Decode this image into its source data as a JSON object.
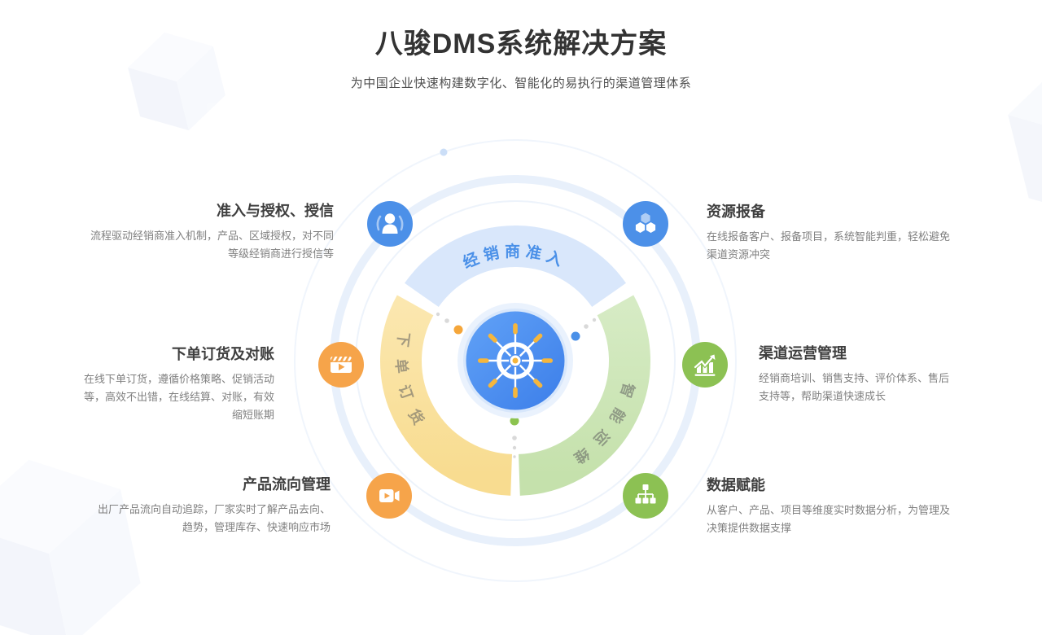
{
  "header": {
    "title": "八骏DMS系统解决方案",
    "subtitle": "为中国企业快速构建数字化、智能化的易执行的渠道管理体系"
  },
  "features": {
    "left": [
      {
        "title": "准入与授权、授信",
        "desc": "流程驱动经销商准入机制，产品、区域授权，对不同等级经销商进行授信等",
        "icon": "people-icon",
        "color": "#4c90e8"
      },
      {
        "title": "下单订货及对账",
        "desc": "在线下单订货，遵循价格策略、促销活动等，高效不出错，在线结算、对账，有效缩短账期",
        "icon": "film-clapper-icon",
        "color": "#f6a44a"
      },
      {
        "title": "产品流向管理",
        "desc": "出厂产品流向自动追踪，厂家实时了解产品去向、趋势，管理库存、快速响应市场",
        "icon": "video-camera-icon",
        "color": "#f6a44a"
      }
    ],
    "right": [
      {
        "title": "资源报备",
        "desc": "在线报备客户、报备项目，系统智能判重，轻松避免渠道资源冲突",
        "icon": "hexagons-icon",
        "color": "#4c90e8"
      },
      {
        "title": "渠道运营管理",
        "desc": "经销商培训、销售支持、评价体系、售后支持等，帮助渠道快速成长",
        "icon": "growth-chart-icon",
        "color": "#8cc153"
      },
      {
        "title": "数据赋能",
        "desc": "从客户、产品、项目等维度实时数据分析，为管理及决策提供数据支撑",
        "icon": "org-chart-icon",
        "color": "#8cc153"
      }
    ]
  },
  "wheel": {
    "center_icon": "ship-helm-icon",
    "segments": [
      {
        "label": "经销商准入",
        "position": "top",
        "color": "#d9e7fb",
        "label_color": "#4a90e8"
      },
      {
        "label": "下单订货",
        "position": "bottom-left",
        "color": "#fae2a2",
        "label_color": "#a59b7e"
      },
      {
        "label": "智能运维",
        "position": "bottom-right",
        "color": "#cde5b9",
        "label_color": "#93a188"
      }
    ],
    "dot_colors": [
      "#f5a63a",
      "#4a90e8",
      "#8cc34f"
    ]
  }
}
